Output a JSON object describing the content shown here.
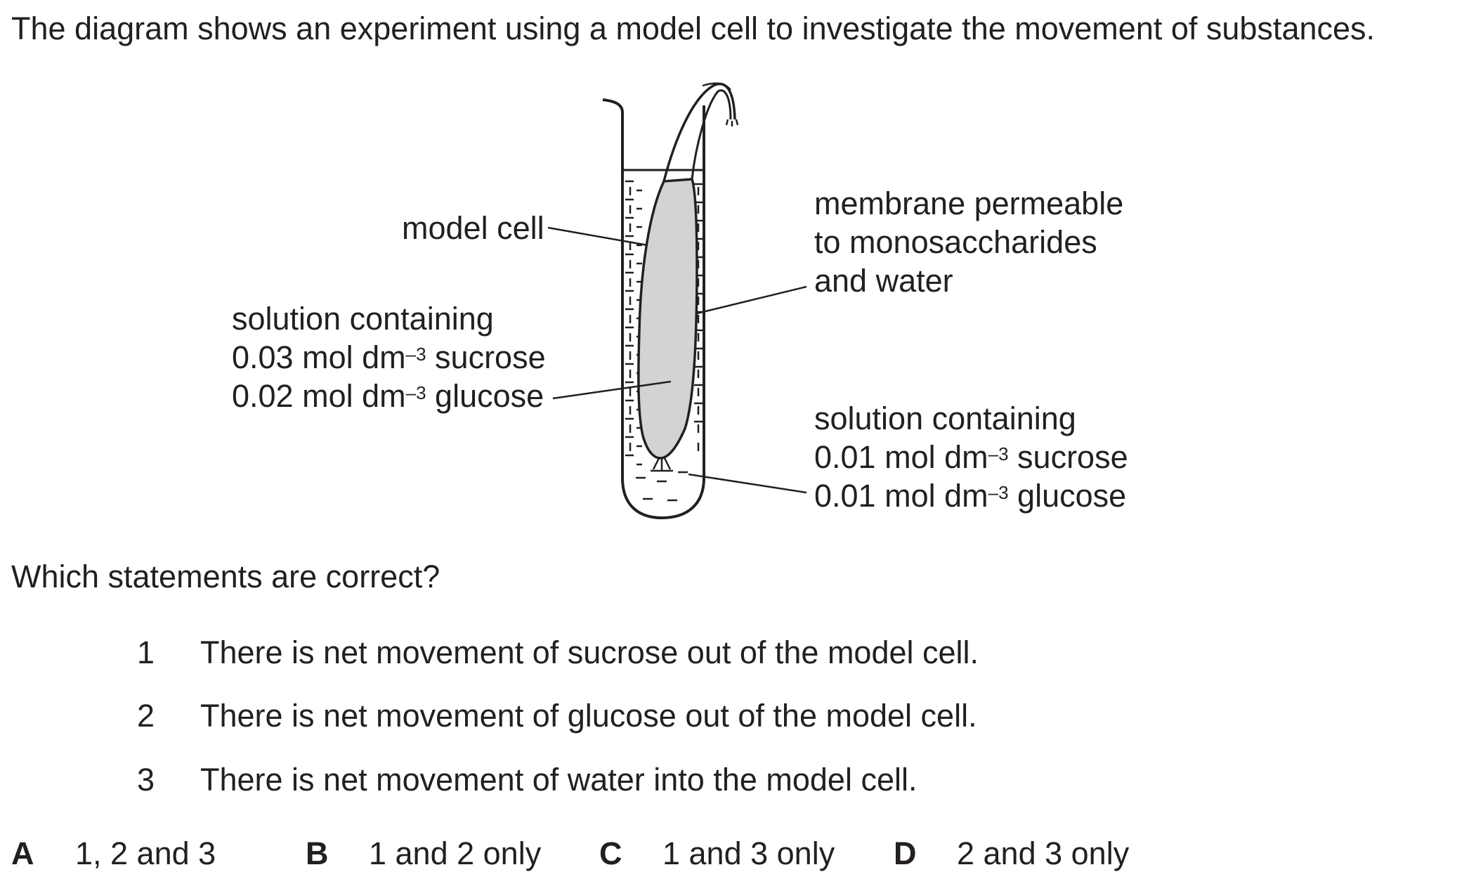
{
  "question": {
    "intro": "The diagram shows an experiment using a model cell to investigate the movement of substances.",
    "prompt": "Which statements are correct?"
  },
  "diagram": {
    "label_model_cell": "model cell",
    "label_inside": {
      "line1": "solution containing",
      "line2_value": "0.03 mol dm",
      "line2_exp": "–3",
      "line2_substance": " sucrose",
      "line3_value": "0.02 mol dm",
      "line3_exp": "–3",
      "line3_substance": " glucose"
    },
    "label_membrane": {
      "line1": "membrane permeable",
      "line2": "to monosaccharides",
      "line3": "and water"
    },
    "label_outside": {
      "line1": "solution containing",
      "line2_value": "0.01 mol dm",
      "line2_exp": "–3",
      "line2_substance": " sucrose",
      "line3_value": "0.01 mol dm",
      "line3_exp": "–3",
      "line3_substance": " glucose"
    }
  },
  "statements": [
    {
      "number": "1",
      "text": "There is net movement of sucrose out of the model cell."
    },
    {
      "number": "2",
      "text": "There is net movement of glucose out of the model cell."
    },
    {
      "number": "3",
      "text": "There is net movement of water into the model cell."
    }
  ],
  "options": [
    {
      "letter": "A",
      "text": "1, 2 and 3"
    },
    {
      "letter": "B",
      "text": "1 and 2 only"
    },
    {
      "letter": "C",
      "text": "1 and 3 only"
    },
    {
      "letter": "D",
      "text": "2 and 3 only"
    }
  ],
  "colors": {
    "ink": "#231f20",
    "cell_fill": "#d1d3d4"
  }
}
